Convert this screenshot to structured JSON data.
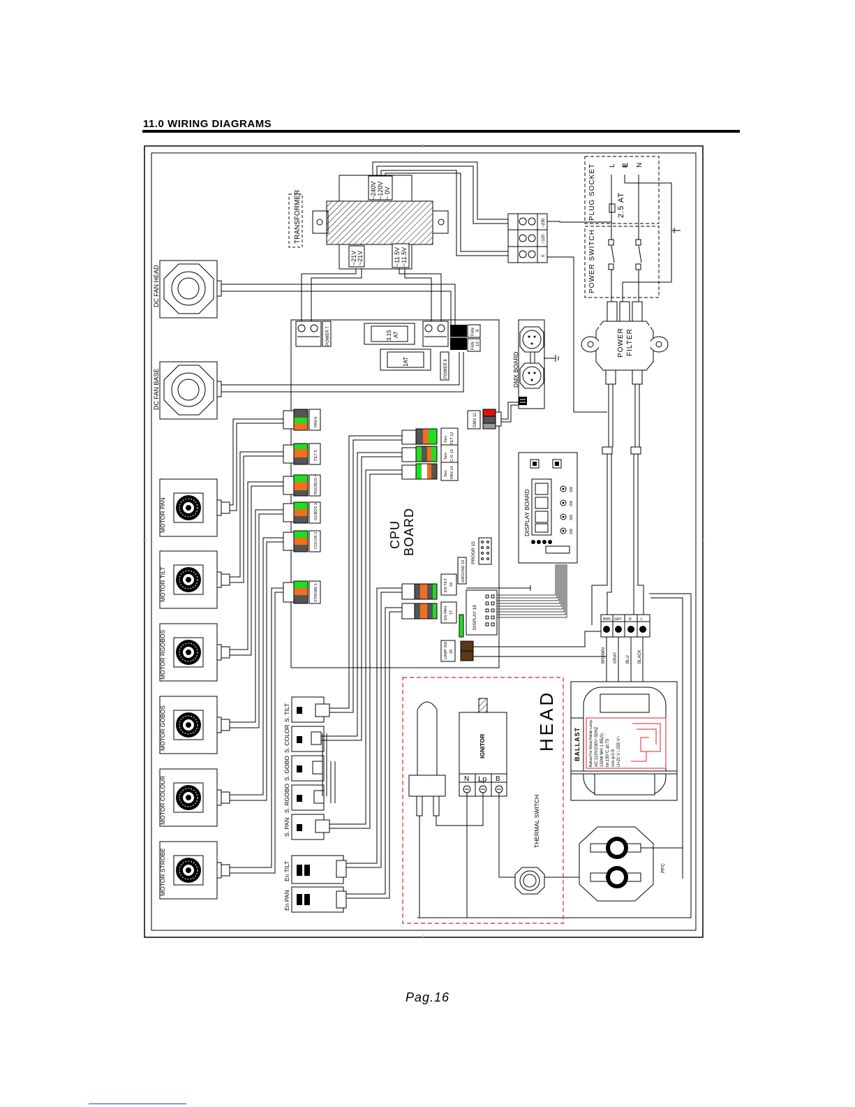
{
  "page": {
    "heading": "11.0  WIRING DIAGRAMS",
    "page_number": "Pag.16"
  },
  "diagram": {
    "transformer": {
      "label": "TRANSFORMER",
      "taps_in": [
        "~240V",
        "~120V",
        "~ 0V"
      ],
      "taps_out": [
        "~21V",
        "~21V",
        "~11.5V",
        "~11.5V"
      ]
    },
    "plug_socket": {
      "label": "PLUG SOCKET",
      "pins": [
        "L",
        "E",
        "N"
      ],
      "fuse": "2.5 AT"
    },
    "power_switch": {
      "label": "POWER SWITCH"
    },
    "power_filter": {
      "label_1": "POWER",
      "label_2": "FILTER"
    },
    "voltage_terminal": [
      "~230",
      "~120",
      "0"
    ],
    "fans": [
      "DC FAN HEAD",
      "DC FAN BASE"
    ],
    "cpu_board": {
      "label_1": "CPU",
      "label_2": "BOARD",
      "connectors": {
        "power7": "POWER 7",
        "power8": "POWER 8",
        "fuse_315_a": "3.15",
        "fuse_315_b": "AT",
        "fuse_1": "1AT",
        "fan9_a": "FAN",
        "fan9_b": "9",
        "fan10_a": "FAN",
        "fan10_b": "10",
        "dmx11": "DMX 11",
        "m6": "PAN 6",
        "m5": "TILT 5",
        "m4": "RGOBOS 4",
        "m3": "GOBOS 3",
        "m2": "COLOR 2",
        "m1": "STROBE 1",
        "s12_a": "Sen",
        "s12_b": "TILT 12",
        "s13_a": "Sen",
        "s13_b": "C-G 13",
        "s14_a": "Sen",
        "s14_b": "PAN 14",
        "en16_a": "EN TILT",
        "en16_b": "16",
        "en17_a": "EN PAN",
        "en17_b": "17",
        "progr": "PROGR 15",
        "ground": "GROUND 19",
        "display18": "DISPLAY 18",
        "lamp20_a": "LAMP SW",
        "lamp20_b": "20"
      }
    },
    "dmx_board": "DMX BOARD",
    "display_board": {
      "label": "DISPLAY BOARD",
      "keys": [
        "SW",
        "SW",
        "SW",
        "SW"
      ]
    },
    "motors": [
      "MOTOR PAN",
      "MOTOR TILT",
      "MOTOR RGOBOS",
      "MOTOR GOBOS",
      "MOTOR COLOUR",
      "MOTOR STROBE"
    ],
    "sensors": [
      "S. TILT",
      "S. COLOR",
      "S. GOBO",
      "S. RGOBO",
      "S. PAN"
    ],
    "encoders": [
      "En TILT",
      "En PAN"
    ],
    "head": {
      "label": "HEAD",
      "ignitor": "IGNITOR",
      "ignitor_pins": [
        "N",
        "Lp",
        "B"
      ],
      "thermal_switch": "THERMAL SWITCH",
      "ballast": "BALLAST",
      "ballast_specs": [
        "Ballast For Metal Halide Lamp",
        "AC:110V/230V~50HZ",
        "150W MH 1.85(A)",
        "tw:130°C Δt:75",
        "cos φ:0.9",
        "U=21 V / 255 V~"
      ],
      "pfc": "PFC"
    },
    "wire_colors": [
      "BROWN",
      "GRAY",
      "BLU",
      "BLACK"
    ],
    "terminal_labels": [
      "BRN",
      "GRY",
      "N",
      "L"
    ]
  },
  "colors": {
    "ink": "#000000",
    "head_border": "#e02020",
    "conn_green": "#22dd22",
    "conn_orange": "#f07020",
    "conn_red": "#dd1111",
    "conn_gray": "#555555"
  }
}
